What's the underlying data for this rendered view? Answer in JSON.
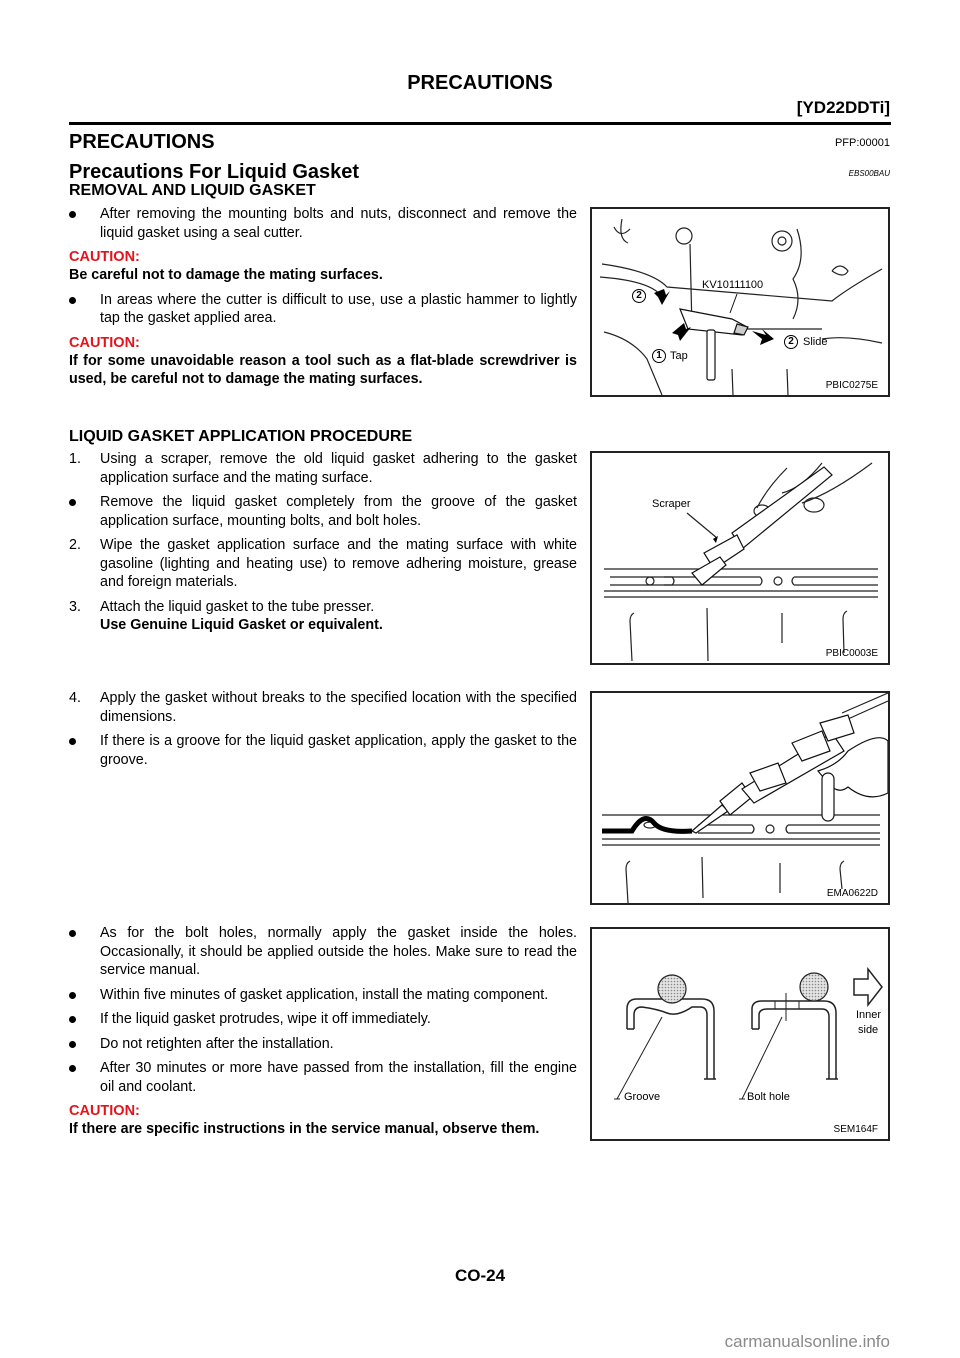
{
  "header": {
    "title": "PRECAUTIONS",
    "model": "[YD22DDTi]"
  },
  "section": {
    "title": "PRECAUTIONS",
    "code": "PFP:00001"
  },
  "subsection": {
    "title": "Precautions For Liquid Gasket",
    "code": "EBS00BAU"
  },
  "removal": {
    "heading": "REMOVAL AND LIQUID GASKET",
    "items": [
      {
        "type": "bullet",
        "text": "After removing the mounting bolts and nuts, disconnect and remove the liquid gasket using a seal cutter."
      },
      {
        "type": "caution",
        "label": "CAUTION:",
        "text": "Be careful not to damage the mating surfaces."
      },
      {
        "type": "bullet",
        "text": "In areas where the cutter is difficult to use, use a plastic hammer to lightly tap the gasket applied area."
      },
      {
        "type": "caution",
        "label": "CAUTION:",
        "text": "If for some unavoidable reason a tool such as a flat-blade screwdriver is used, be careful not to damage the mating surfaces."
      }
    ]
  },
  "application": {
    "heading": "LIQUID GASKET APPLICATION PROCEDURE",
    "step1": {
      "num": "1.",
      "text": "Using a scraper, remove the old liquid gasket adhering to the gasket application surface and the mating surface."
    },
    "step1_bullet": "Remove the liquid gasket completely from the groove of the gasket application surface, mounting bolts, and bolt holes.",
    "step2": {
      "num": "2.",
      "text": "Wipe the gasket application surface and the mating surface with white gasoline (lighting and heating use) to remove adhering moisture, grease and foreign materials."
    },
    "step3": {
      "num": "3.",
      "text": "Attach the liquid gasket to the tube presser.",
      "note": "Use Genuine  Liquid  Gasket  or equivalent."
    },
    "step4": {
      "num": "4.",
      "text": "Apply the gasket without breaks to the specified location with the specified dimensions."
    },
    "step4_bullet": "If there is a groove for the liquid gasket application, apply the gasket to the groove.",
    "final_bullets": [
      "As for the bolt holes, normally apply the gasket inside the holes. Occasionally, it should be applied outside the holes. Make sure to read the service manual.",
      "Within five minutes of gasket application, install the mating component.",
      "If the liquid gasket protrudes, wipe it off immediately.",
      "Do not retighten after the installation.",
      "After 30 minutes or more have passed from the installation, fill the engine oil and coolant."
    ],
    "final_caution": {
      "label": "CAUTION:",
      "text": "If there are specific instructions in the service manual, observe them."
    }
  },
  "figures": [
    {
      "code": "PBIC0275E",
      "labels": {
        "tool": "KV10111100",
        "tap": "Tap",
        "slide": "Slide",
        "n1": "1",
        "n2": "2"
      }
    },
    {
      "code": "PBIC0003E",
      "labels": {
        "scraper": "Scraper"
      }
    },
    {
      "code": "EMA0622D",
      "labels": {}
    },
    {
      "code": "SEM164F",
      "labels": {
        "groove": "Groove",
        "bolt_hole": "Bolt hole",
        "inner": "Inner",
        "side": "side"
      }
    }
  ],
  "footer": {
    "page": "CO-24",
    "watermark": "carmanualsonline.info"
  },
  "colors": {
    "caution": "#e8121b",
    "text": "#000000",
    "watermark": "#8a8a8a"
  }
}
